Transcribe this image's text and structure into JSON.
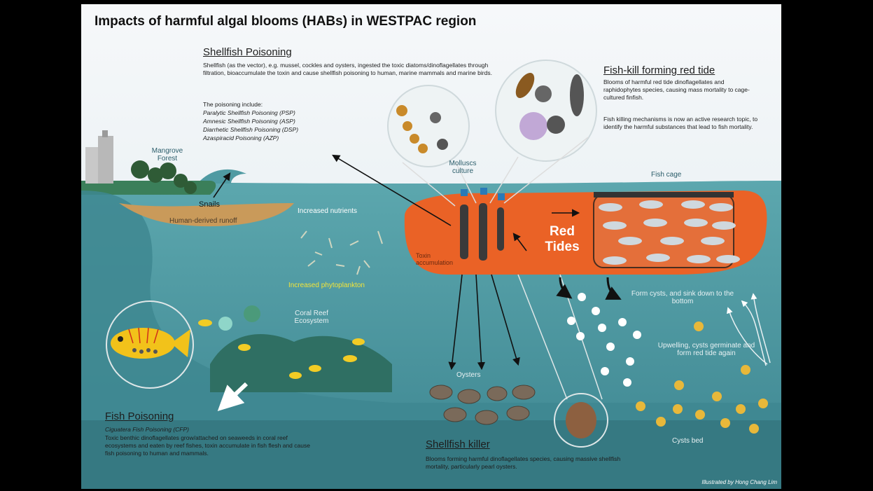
{
  "title": "Impacts of harmful algal blooms (HABs) in WESTPAC region",
  "shellfish_poisoning": {
    "heading": "Shellfish Poisoning",
    "text": "Shellfish (as the vector), e.g. mussel, cockles and oysters, ingested the toxic diatoms/dinoflagellates through filtration, bioaccumulate the toxin and cause shellfish poisoning to human, marine mammals and marine birds.",
    "include_label": "The poisoning include:",
    "types": [
      "Paralytic Shellfish Poisoning (PSP)",
      "Amnesic Shellfish Poisoning (ASP)",
      "Diarrhetic Shellfish Poisoning (DSP)",
      "Azaspiracid Poisoning (AZP)"
    ]
  },
  "fish_kill": {
    "heading": "Fish-kill forming red tide",
    "text1": "Blooms of harmful red tide dinoflagellates and raphidophytes species, causing mass mortality to cage-cultured finfish.",
    "text2": "Fish killing mechanisms is now an active research topic, to identify the harmful substances that lead to fish mortality."
  },
  "fish_poisoning": {
    "heading": "Fish Poisoning",
    "subtitle": "Ciguatera Fish Poisoning (CFP)",
    "text": "Toxic benthic dinoflagellates grow/attached on seaweeds in coral reef ecosystems and eaten by reef fishes, toxin accumulate in fish flesh and cause fish poisoning to human and mammals."
  },
  "shellfish_killer": {
    "heading": "Shellfish killer",
    "text": "Blooms forming harmful dinoflagellates species, causing massive shellfish mortality, particularly pearl oysters."
  },
  "labels": {
    "mangrove": "Mangrove Forest",
    "snails": "Snails",
    "runoff": "Human-derived runoff",
    "nutrients": "Increased nutrients",
    "phytoplankton": "Increased phytoplankton",
    "molluscs": "Molluscs culture",
    "toxin": "Toxin accumulation",
    "red_tides": "Red Tides",
    "fish_cage": "Fish cage",
    "coral": "Coral Reef Ecosystem",
    "oysters": "Oysters",
    "cysts_sink": "Form cysts, and sink down to the bottom",
    "upwelling": "Upwelling, cysts germinate and form red tide again",
    "cysts_bed": "Cysts bed",
    "credit": "Illustrated by Hong Chang Lim"
  },
  "colors": {
    "red_tide": "#ea6226",
    "sea": "#4d9aa4",
    "deep_sea": "#3b7f87",
    "sky": "#eef3f6",
    "runoff": "#c99a5a",
    "highlight_yellow": "#f2e43a"
  }
}
